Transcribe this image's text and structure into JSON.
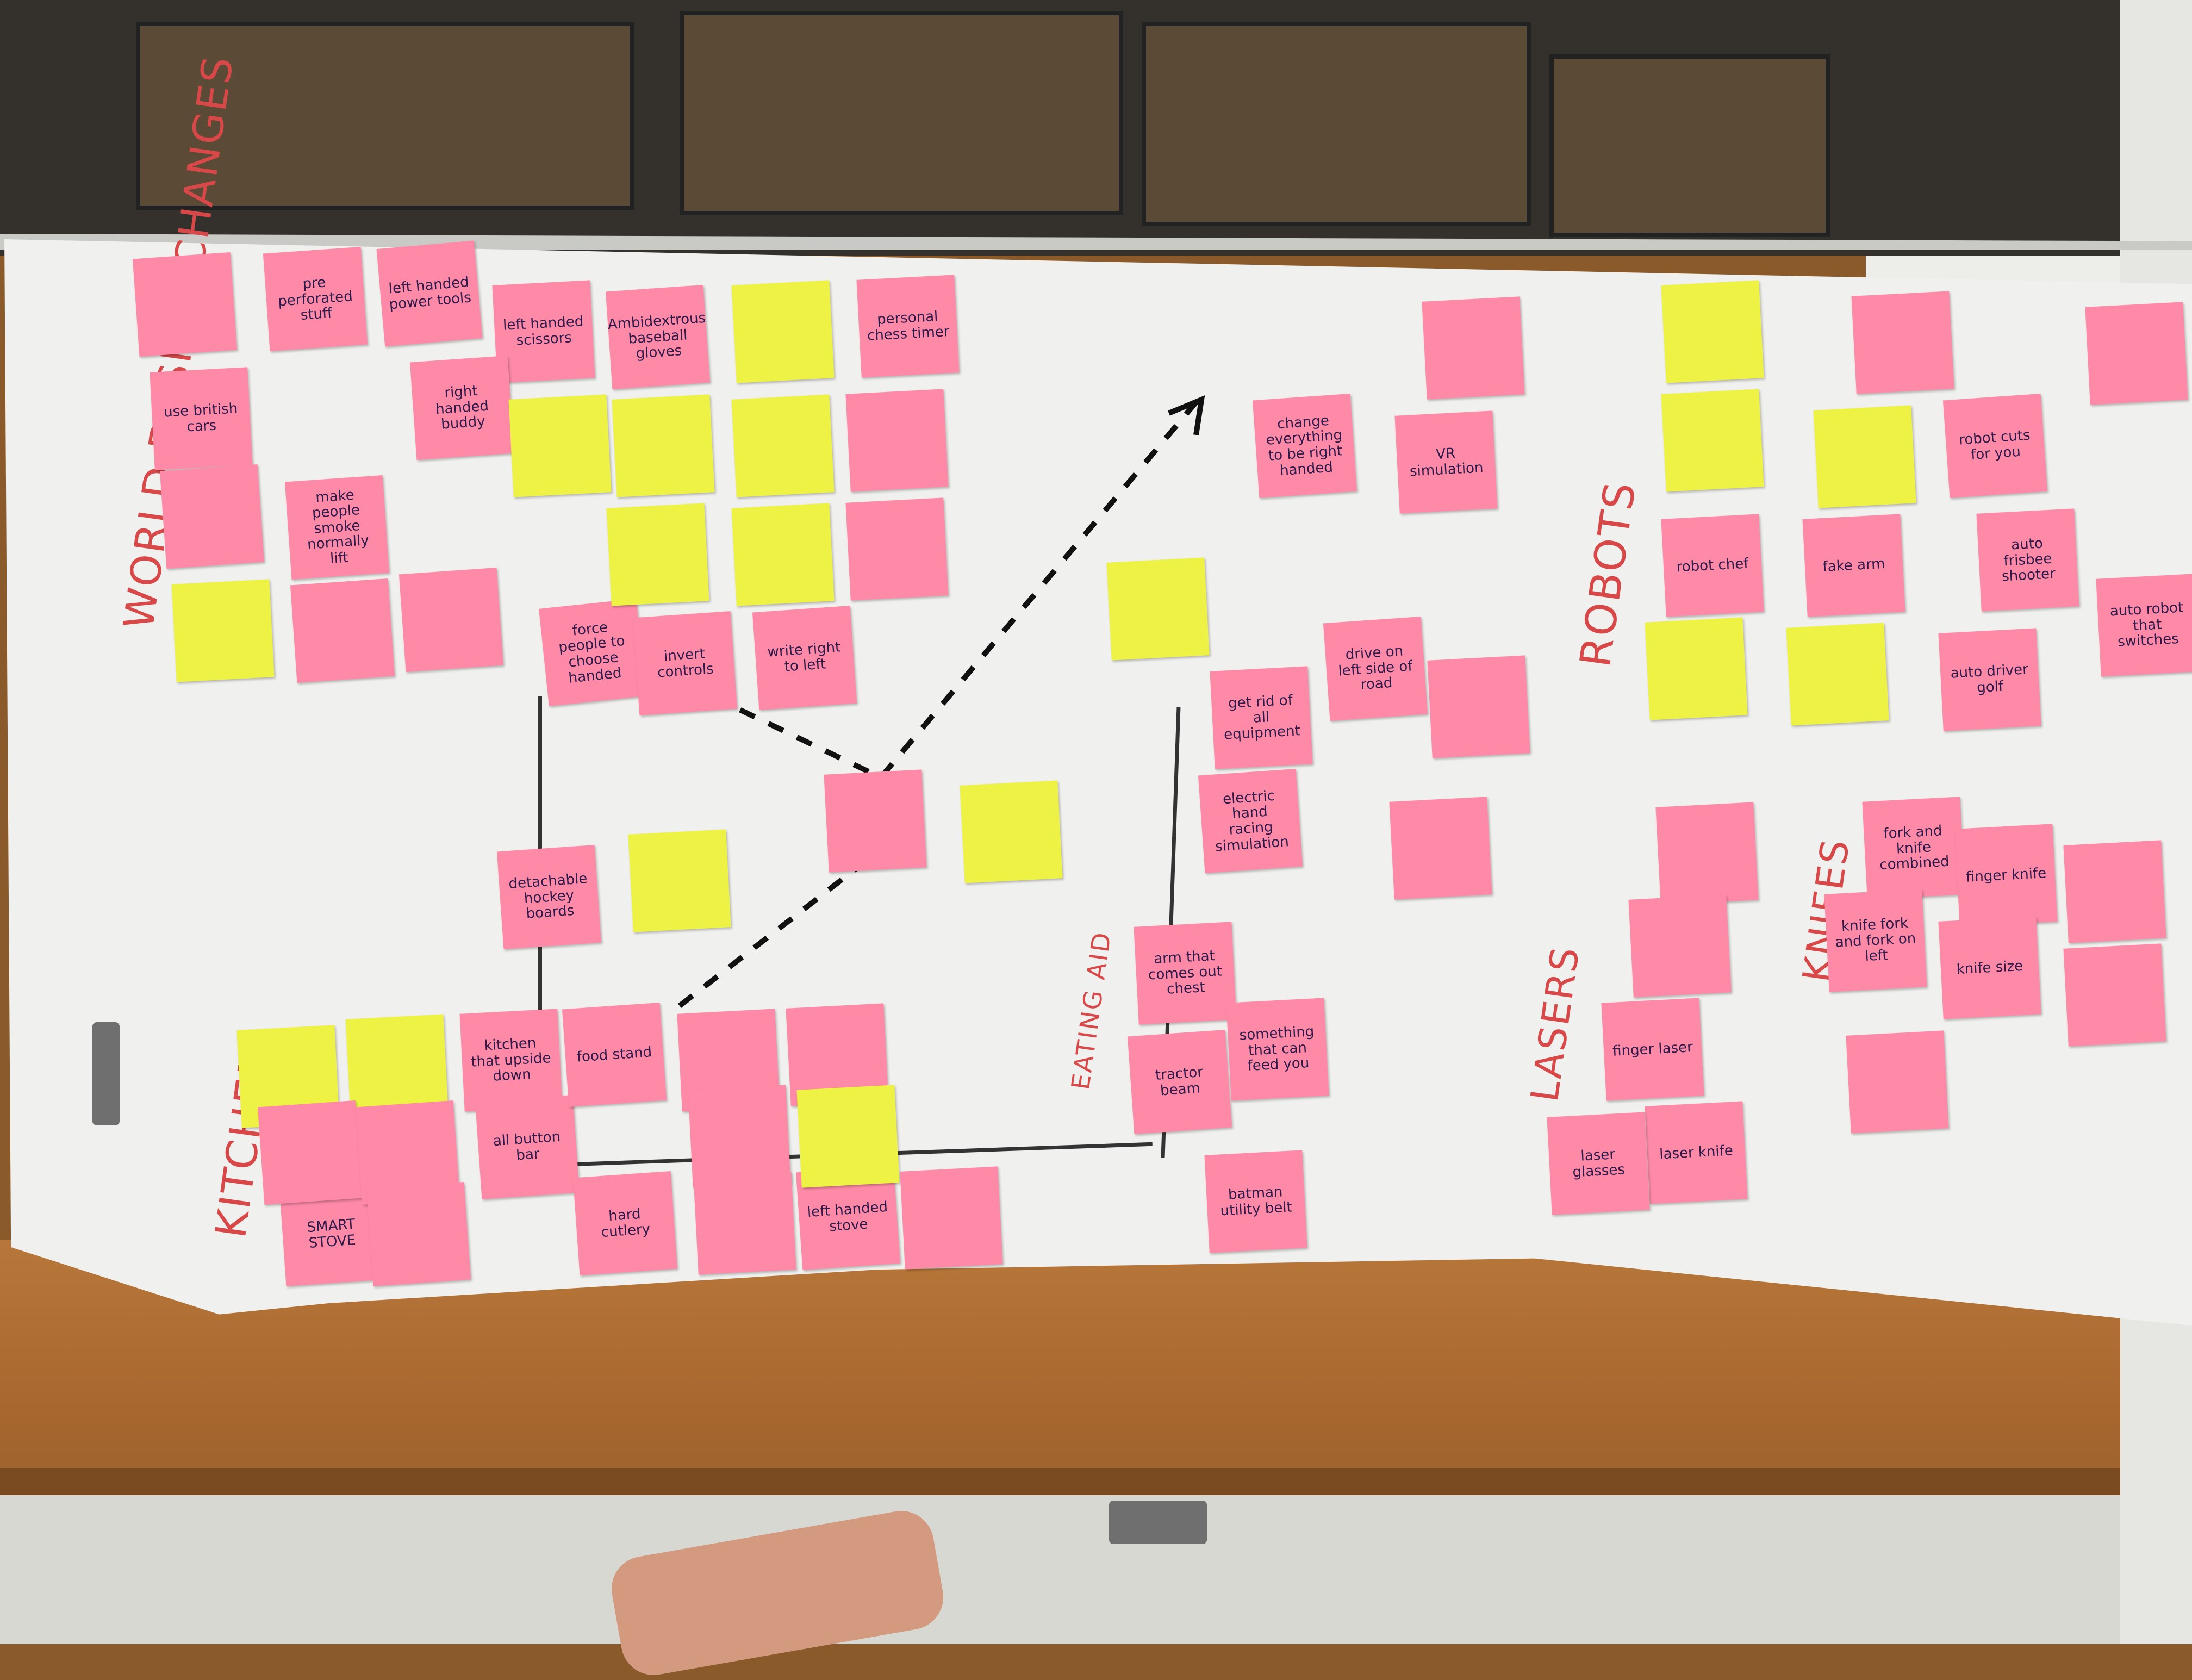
{
  "board": {
    "headings": [
      {
        "id": "world",
        "text": "WORLD DESIGN CHANGES"
      },
      {
        "id": "robots",
        "text": "ROBOTS"
      },
      {
        "id": "kitchen",
        "text": "KITCHEN"
      },
      {
        "id": "eating",
        "text": "EATING AID"
      },
      {
        "id": "lasers",
        "text": "LASERS"
      },
      {
        "id": "knifes",
        "text": "KNIFES"
      }
    ],
    "notes": [
      {
        "text": "use british cars",
        "color": "pink"
      },
      {
        "text": "pre perforated stuff",
        "color": "pink"
      },
      {
        "text": "left handed power tools",
        "color": "pink"
      },
      {
        "text": "left handed scissors",
        "color": "pink"
      },
      {
        "text": "Ambidextrous baseball gloves",
        "color": "pink"
      },
      {
        "text": "personal chess timer",
        "color": "pink"
      },
      {
        "text": "right handed buddy",
        "color": "pink"
      },
      {
        "text": "make people smoke normally lift",
        "color": "pink"
      },
      {
        "text": "force people to choose handed",
        "color": "pink"
      },
      {
        "text": "invert controls",
        "color": "pink"
      },
      {
        "text": "write right to left",
        "color": "pink"
      },
      {
        "text": "VR simulation",
        "color": "pink"
      },
      {
        "text": "change everything to be right handed",
        "color": "pink"
      },
      {
        "text": "robot chef",
        "color": "pink"
      },
      {
        "text": "fake arm",
        "color": "pink"
      },
      {
        "text": "auto frisbee shooter",
        "color": "pink"
      },
      {
        "text": "robot cuts for you",
        "color": "pink"
      },
      {
        "text": "auto driver golf",
        "color": "pink"
      },
      {
        "text": "auto robot that switches",
        "color": "pink"
      },
      {
        "text": "drive on left side of road",
        "color": "pink"
      },
      {
        "text": "get rid of all equipment",
        "color": "pink"
      },
      {
        "text": "electric hand racing simulation",
        "color": "pink"
      },
      {
        "text": "detachable hockey boards",
        "color": "pink"
      },
      {
        "text": "arm that comes out chest",
        "color": "pink"
      },
      {
        "text": "tractor beam",
        "color": "pink"
      },
      {
        "text": "something that can feed you",
        "color": "pink"
      },
      {
        "text": "batman utility belt",
        "color": "pink"
      },
      {
        "text": "kitchen that upside down",
        "color": "pink"
      },
      {
        "text": "all button bar",
        "color": "pink"
      },
      {
        "text": "food stand",
        "color": "pink"
      },
      {
        "text": "hard cutlery",
        "color": "pink"
      },
      {
        "text": "left handed stove",
        "color": "pink"
      },
      {
        "text": "SMART STOVE",
        "color": "pink"
      },
      {
        "text": "fork and knife combined",
        "color": "pink"
      },
      {
        "text": "knife fork and fork on left",
        "color": "pink"
      },
      {
        "text": "finger knife",
        "color": "pink"
      },
      {
        "text": "knife size",
        "color": "pink"
      },
      {
        "text": "finger laser",
        "color": "pink"
      },
      {
        "text": "laser knife",
        "color": "pink"
      },
      {
        "text": "laser glasses",
        "color": "pink"
      }
    ]
  }
}
